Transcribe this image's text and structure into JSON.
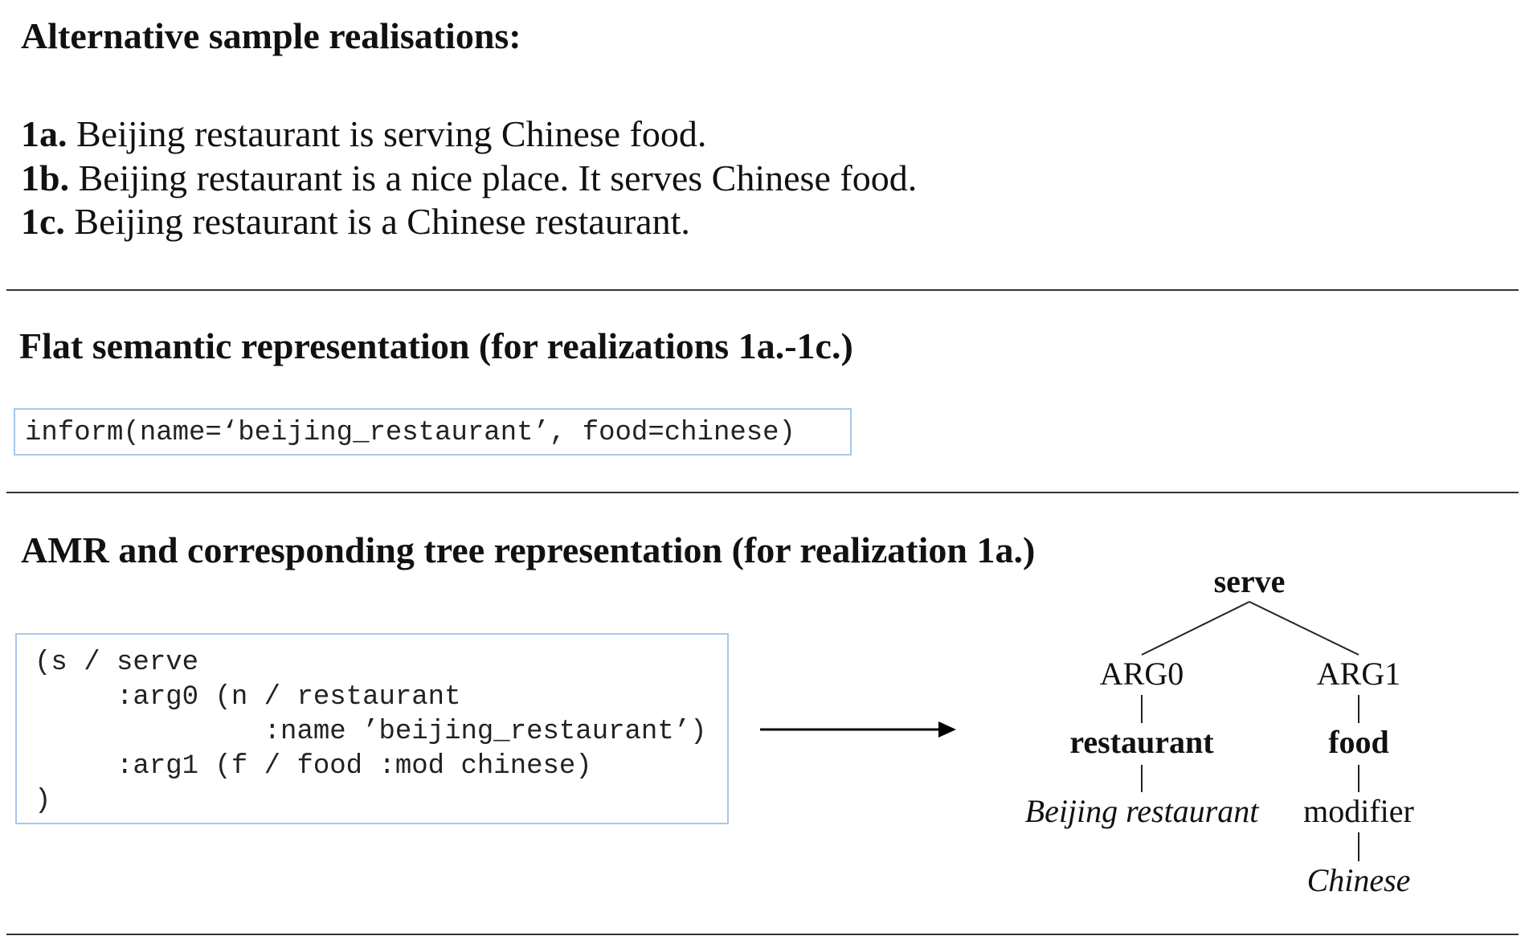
{
  "section1": {
    "heading": "Alternative sample realisations:",
    "sentences": [
      {
        "label": "1a.",
        "text": " Beijing restaurant is serving Chinese food."
      },
      {
        "label": "1b.",
        "text": " Beijing restaurant is a nice place. It serves Chinese food."
      },
      {
        "label": "1c.",
        "text": " Beijing restaurant is a Chinese restaurant."
      }
    ]
  },
  "section2": {
    "heading": "Flat semantic representation (for realizations 1a.-1c.)",
    "code": "inform(name=‘beijing_restaurant’, food=chinese)"
  },
  "section3": {
    "heading": "AMR and corresponding tree representation (for realization 1a.)",
    "amr_lines": [
      "(s / serve",
      "     :arg0 (n / restaurant",
      "              :name ’beijing_restaurant’)",
      "     :arg1 (f / food :mod chinese)",
      ")"
    ],
    "tree": {
      "root": "serve",
      "arg0": "ARG0",
      "arg1": "ARG1",
      "restaurant": "restaurant",
      "food": "food",
      "beijing": "Beijing restaurant",
      "modifier": "modifier",
      "chinese": "Chinese"
    }
  }
}
